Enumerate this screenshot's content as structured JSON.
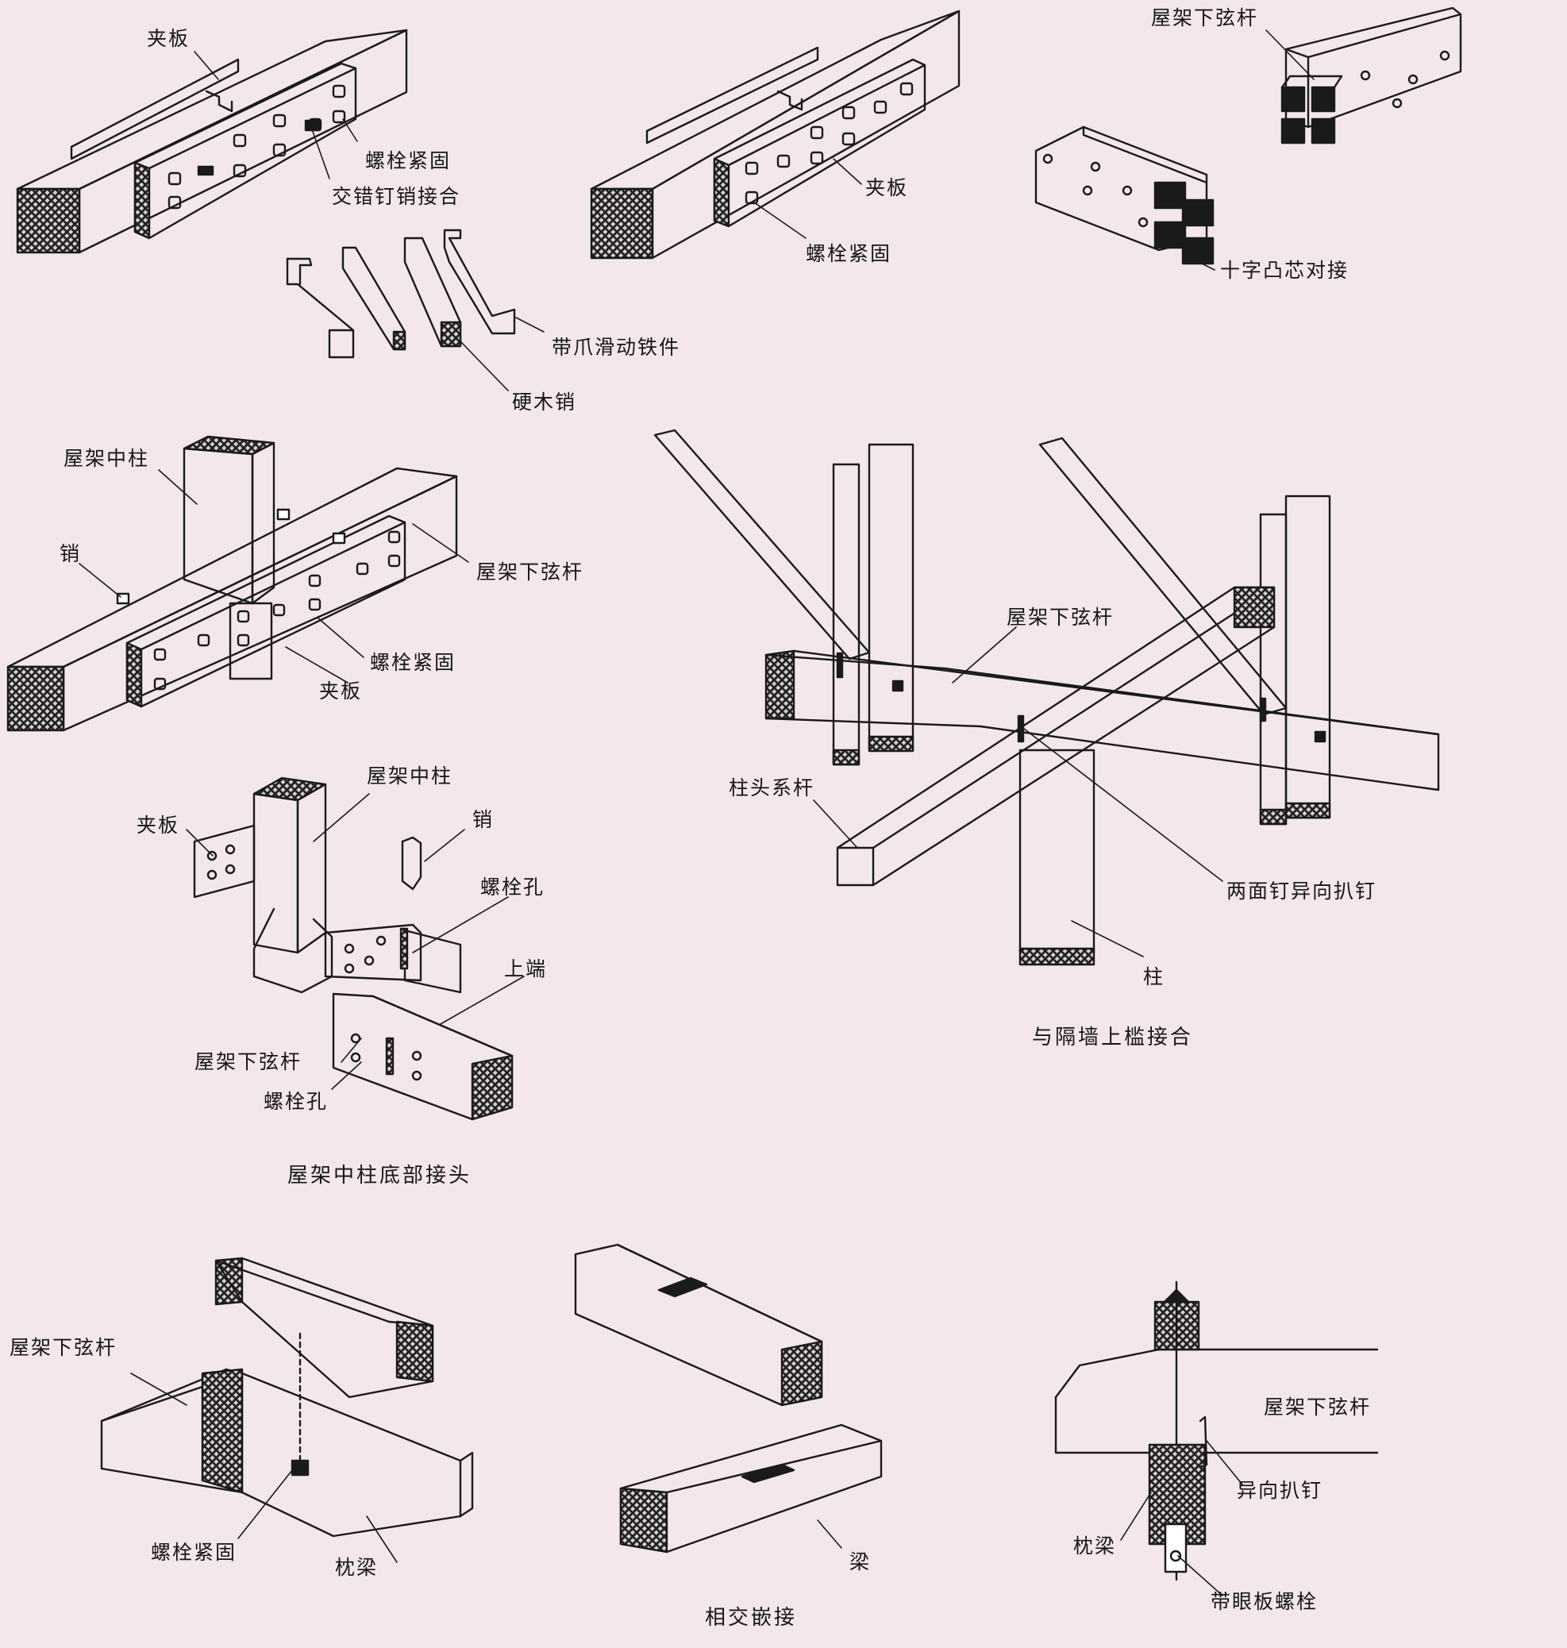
{
  "colors": {
    "paper": "#f3e6ec",
    "ink": "#1a1a1a"
  },
  "labels": {
    "clamp_plate_1": "夹板",
    "bolt_fastening_1": "螺栓紧固",
    "staggered_nail_pin_joint": "交错钉销接合",
    "sliding_iron_with_claws": "带爪滑动铁件",
    "hardwood_pin": "硬木销",
    "clamp_plate_2": "夹板",
    "bolt_fastening_2": "螺栓紧固",
    "truss_lower_chord_1": "屋架下弦杆",
    "cross_tenon_butt_joint": "十字凸芯对接",
    "truss_middle_post_1": "屋架中柱",
    "pin_1": "销",
    "truss_lower_chord_2": "屋架下弦杆",
    "bolt_fastening_3": "螺栓紧固",
    "clamp_plate_3": "夹板",
    "truss_lower_chord_3": "屋架下弦杆",
    "column_head_tie": "柱头系杆",
    "two_face_opposite_staple": "两面钉异向扒钉",
    "column": "柱",
    "partition_lintel_joint": "与隔墙上槛接合",
    "truss_middle_post_2": "屋架中柱",
    "clamp_plate_4": "夹板",
    "pin_2": "销",
    "bolt_hole_1": "螺栓孔",
    "upper_end": "上端",
    "truss_lower_chord_4": "屋架下弦杆",
    "bolt_hole_2": "螺栓孔",
    "middle_post_bottom_joint": "屋架中柱底部接头",
    "truss_lower_chord_5": "屋架下弦杆",
    "bolt_fastening_4": "螺栓紧固",
    "pillow_beam_1": "枕梁",
    "beam": "梁",
    "cross_embedded_joint": "相交嵌接",
    "truss_lower_chord_6": "屋架下弦杆",
    "opposite_staple": "异向扒钉",
    "pillow_beam_2": "枕梁",
    "eye_plate_bolt": "带眼板螺栓"
  }
}
